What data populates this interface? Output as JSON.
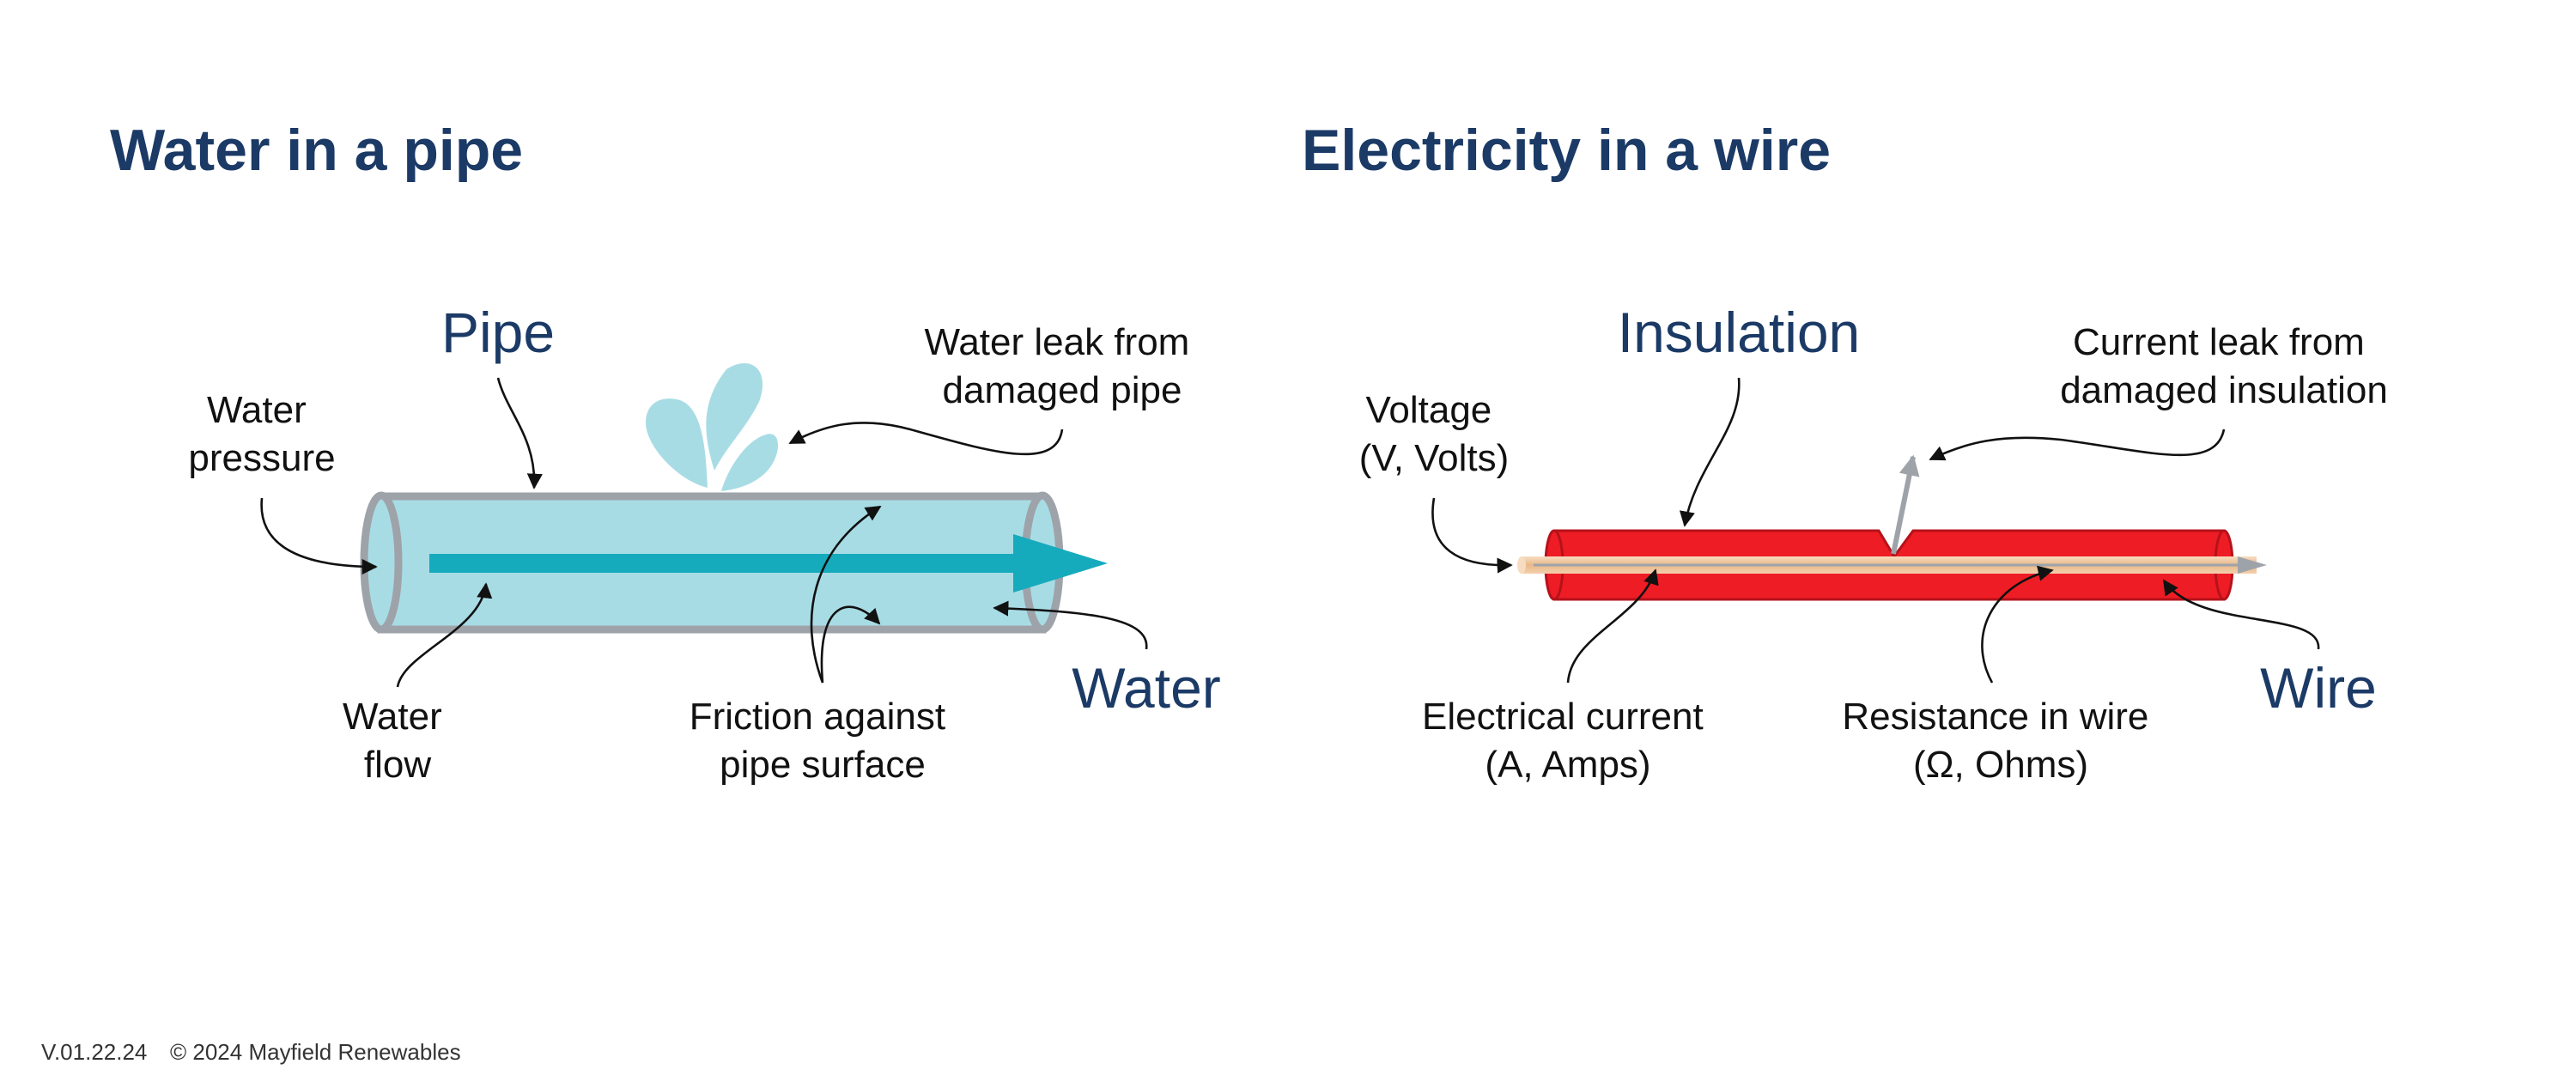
{
  "left_panel": {
    "title": "Water in a pipe",
    "labels": {
      "pipe": "Pipe",
      "water": "Water",
      "water_pressure": [
        "Water",
        "pressure"
      ],
      "water_leak": [
        "Water leak from",
        "damaged pipe"
      ],
      "water_flow": [
        "Water",
        "flow"
      ],
      "friction": [
        "Friction against",
        "pipe surface"
      ]
    }
  },
  "right_panel": {
    "title": "Electricity in a wire",
    "labels": {
      "insulation": "Insulation",
      "wire": "Wire",
      "voltage": [
        "Voltage",
        "(V, Volts)"
      ],
      "current_leak": [
        "Current leak from",
        "damaged insulation"
      ],
      "electrical_current": [
        "Electrical current",
        "(A, Amps)"
      ],
      "resistance": [
        "Resistance in wire",
        "(Ω, Ohms)"
      ]
    }
  },
  "footer": {
    "version": "V.01.22.24",
    "copyright": "© 2024 Mayfield Renewables"
  },
  "colors": {
    "title_blue": "#1b3a66",
    "pipe_fill": "#a8dce5",
    "pipe_outline": "#9ea3aa",
    "water_arrow": "#16aabd",
    "droplet": "#a8dce5",
    "insulation_red": "#ee1c24",
    "insulation_dark": "#b5121b",
    "copper": "#f0c8a0",
    "leak_arrow": "#9ea3aa"
  }
}
